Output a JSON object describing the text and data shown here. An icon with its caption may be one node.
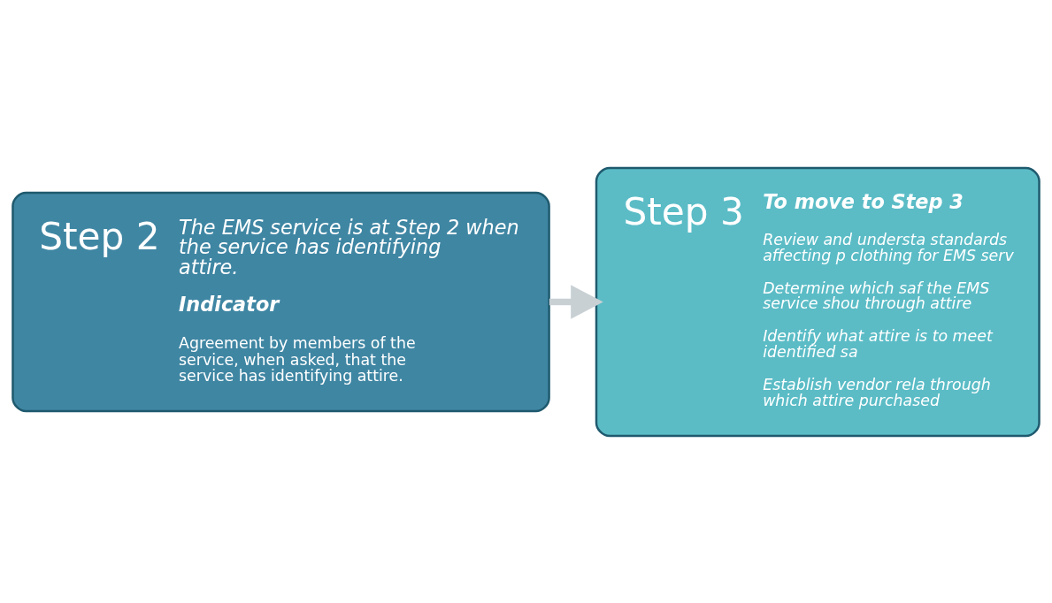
{
  "diagram": {
    "nodes": [
      {
        "text": [
          "Step 2",
          "The EMS service is at Step 2 when the service has identifying attire.",
          "Indicator",
          "Agreement by members of the service, when asked, that the service has identifying attire."
        ]
      },
      {
        "text": [
          "Step 3",
          "To move to Step 3",
          "Review and understa standards affecting p clothing for EMS serv",
          "Determine which saf the EMS service shou through attire",
          "Identify what attire is to meet identified sa",
          "Establish vendor rela through which attire purchased"
        ]
      }
    ],
    "edges": [
      {
        "from": 0,
        "to": 1,
        "arrow": "to"
      }
    ]
  }
}
